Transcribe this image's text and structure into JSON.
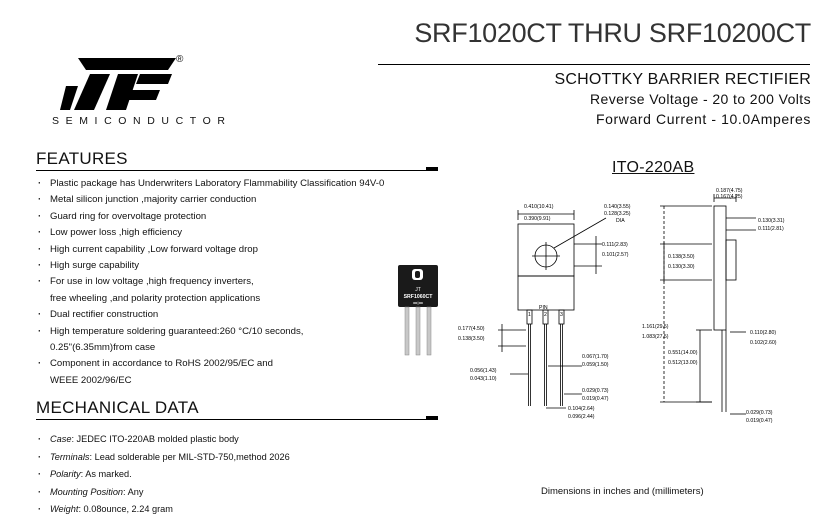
{
  "header": {
    "title": "SRF1020CT THRU SRF10200CT",
    "registered": "®",
    "company": "SEMICONDUCTOR",
    "product_type": "SCHOTTKY BARRIER RECTIFIER",
    "reverse_voltage": "Reverse Voltage - 20 to 200 Volts",
    "forward_current": "Forward Current - 10.0Amperes"
  },
  "features": {
    "heading": "FEATURES",
    "items": [
      "Plastic package has Underwriters Laboratory Flammability Classification 94V-0",
      "Metal silicon junction ,majority carrier conduction",
      "Guard ring for overvoltage protection",
      "Low power loss ,high efficiency",
      "High current capability ,Low forward voltage drop",
      "High surge capability",
      "For use in low voltage ,high frequency inverters,",
      "free wheeling ,and polarity protection applications",
      "Dual rectifier construction",
      "High temperature soldering guaranteed:260 °C/10 seconds,",
      "0.25\"(6.35mm)from case",
      "Component in accordance to RoHS 2002/95/EC and",
      "WEEE 2002/96/EC"
    ]
  },
  "mechanical": {
    "heading": "MECHANICAL DATA",
    "items": [
      {
        "label": "Case",
        "value": ": JEDEC ITO-220AB  molded plastic body"
      },
      {
        "label": "Terminals",
        "value": ": Lead solderable per MIL-STD-750,method 2026"
      },
      {
        "label": "Polarity",
        "value": ": As marked."
      },
      {
        "label": "Mounting Position",
        "value": ": Any"
      },
      {
        "label": "Weight",
        "value": ": 0.08ounce, 2.24 gram"
      }
    ]
  },
  "package": {
    "name": "ITO-220AB",
    "chip_label_1": "JT",
    "chip_label_2": "SRF1060CT",
    "dimensions_note": "Dimensions in inches and (millimeters)",
    "dims": {
      "d1a": "0.410(10.41)",
      "d1b": "0.390(9.91)",
      "d2a": "0.140(3.55)",
      "d2b": "0.128(3.25)",
      "dia": "DIA",
      "d3a": "0.111(2.83)",
      "d3b": "0.101(2.57)",
      "d4a": "0.187(4.75)",
      "d4b": "0.167(4.25)",
      "d5a": "0.130(3.31)",
      "d5b": "0.111(2.81)",
      "d6a": "0.138(3.50)",
      "d6b": "0.130(3.30)",
      "pin": "PIN",
      "p1": "1",
      "p2": "2",
      "p3": "3",
      "d7a": "0.177(4.50)",
      "d7b": "0.138(3.50)",
      "d8a": "1.161(29.5)",
      "d8b": "1.083(27.5)",
      "d9a": "0.110(2.80)",
      "d9b": "0.102(2.60)",
      "d10a": "0.551(14.00)",
      "d10b": "0.512(13.00)",
      "d11a": "0.067(1.70)",
      "d11b": "0.059(1.50)",
      "d12a": "0.056(1.43)",
      "d12b": "0.043(1.10)",
      "d13a": "0.029(0.73)",
      "d13b": "0.019(0.47)",
      "d14a": "0.104(2.64)",
      "d14b": "0.096(2.44)",
      "d15a": "0.029(0.73)",
      "d15b": "0.019(0.47)"
    }
  }
}
